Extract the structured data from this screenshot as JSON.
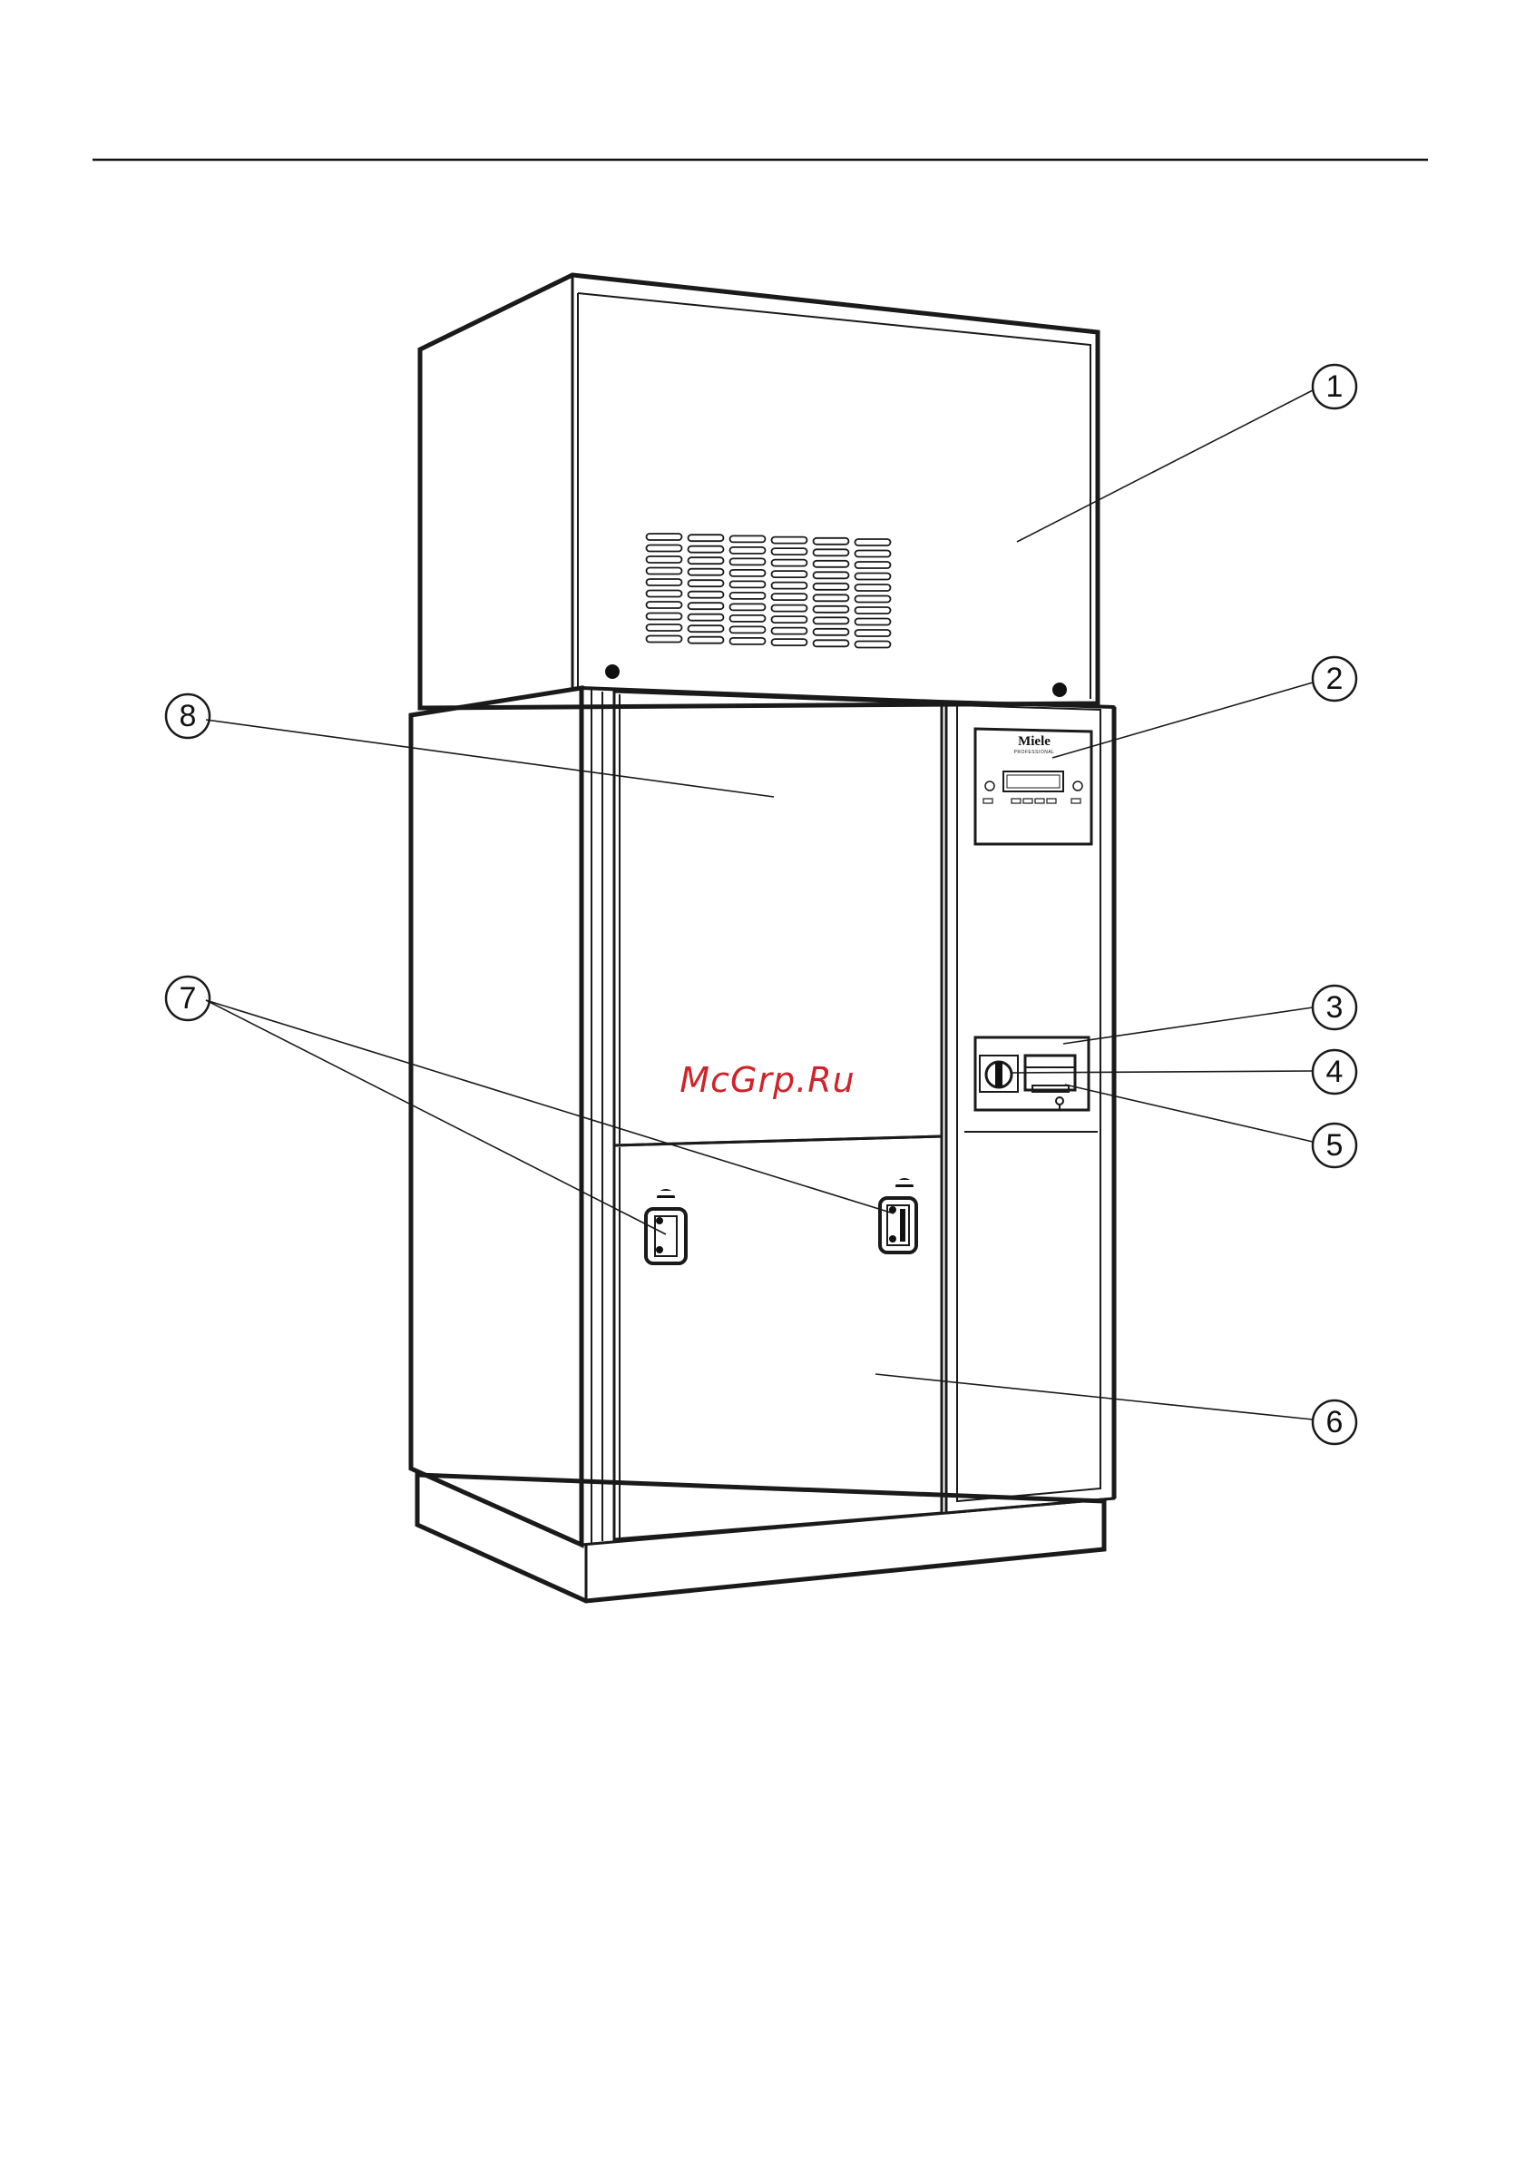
{
  "watermark": "McGrp.Ru",
  "brand": {
    "name": "Miele",
    "sub": "PROFESSIONAL"
  },
  "callouts": [
    {
      "id": "1",
      "label": "1"
    },
    {
      "id": "2",
      "label": "2"
    },
    {
      "id": "3",
      "label": "3"
    },
    {
      "id": "4",
      "label": "4"
    },
    {
      "id": "5",
      "label": "5"
    },
    {
      "id": "6",
      "label": "6"
    },
    {
      "id": "7",
      "label": "7"
    },
    {
      "id": "8",
      "label": "8"
    }
  ]
}
